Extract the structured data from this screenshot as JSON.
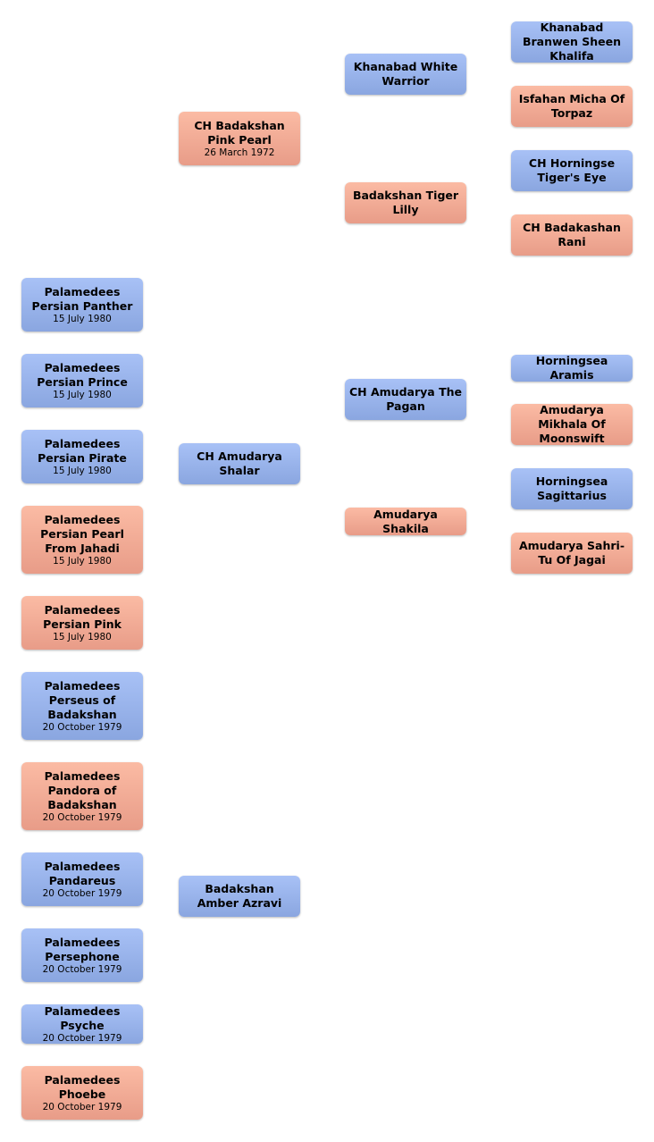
{
  "colors": {
    "male": "#98b3ec",
    "female": "#f3ab96"
  },
  "offspring": [
    {
      "name": "Palamedees Persian Panther",
      "date": "15 July 1980",
      "sex": "male"
    },
    {
      "name": "Palamedees Persian Prince",
      "date": "15 July 1980",
      "sex": "male"
    },
    {
      "name": "Palamedees Persian Pirate",
      "date": "15 July 1980",
      "sex": "male"
    },
    {
      "name": "Palamedees Persian Pearl From Jahadi",
      "date": "15 July 1980",
      "sex": "female"
    },
    {
      "name": "Palamedees Persian Pink",
      "date": "15 July 1980",
      "sex": "female"
    },
    {
      "name": "Palamedees Perseus of Badakshan",
      "date": "20 October 1979",
      "sex": "male"
    },
    {
      "name": "Palamedees Pandora of Badakshan",
      "date": "20 October 1979",
      "sex": "female"
    },
    {
      "name": "Palamedees Pandareus",
      "date": "20 October 1979",
      "sex": "male"
    },
    {
      "name": "Palamedees Persephone",
      "date": "20 October 1979",
      "sex": "male"
    },
    {
      "name": "Palamedees Psyche",
      "date": "20 October 1979",
      "sex": "male"
    },
    {
      "name": "Palamedees Phoebe",
      "date": "20 October 1979",
      "sex": "female"
    }
  ],
  "parents": [
    {
      "name": "CH Badakshan Pink Pearl",
      "date": "26 March 1972",
      "sex": "female"
    },
    {
      "name": "CH Amudarya Shalar",
      "sex": "male"
    },
    {
      "name": "Badakshan Amber Azravi",
      "sex": "male"
    }
  ],
  "grandparents": [
    {
      "name": "Khanabad White Warrior",
      "sex": "male"
    },
    {
      "name": "Badakshan Tiger Lilly",
      "sex": "female"
    },
    {
      "name": "CH Amudarya The Pagan",
      "sex": "male"
    },
    {
      "name": "Amudarya Shakila",
      "sex": "female"
    }
  ],
  "great_grandparents": [
    {
      "name": "Khanabad Branwen Sheen Khalifa",
      "sex": "male"
    },
    {
      "name": "Isfahan Micha Of Torpaz",
      "sex": "female"
    },
    {
      "name": "CH Horningse Tiger's Eye",
      "sex": "male"
    },
    {
      "name": "CH Badakashan Rani",
      "sex": "female"
    },
    {
      "name": "Horningsea Aramis",
      "sex": "male"
    },
    {
      "name": "Amudarya Mikhala Of Moonswift",
      "sex": "female"
    },
    {
      "name": "Horningsea Sagittarius",
      "sex": "male"
    },
    {
      "name": "Amudarya Sahri-Tu Of Jagai",
      "sex": "female"
    }
  ]
}
